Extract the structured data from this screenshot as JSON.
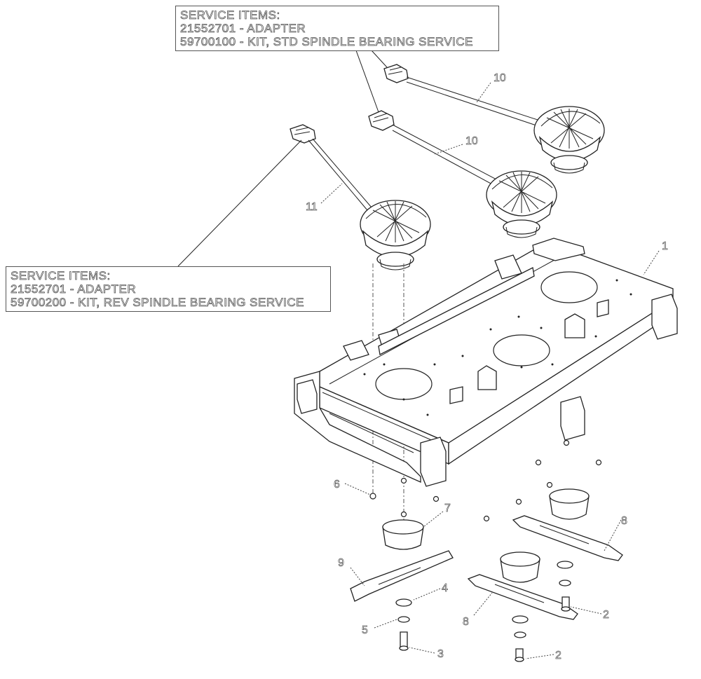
{
  "service_boxes": {
    "top": {
      "heading": "SERVICE ITEMS:",
      "line1": "21552701 - ADAPTER",
      "line2": "59700100 - KIT, STD SPINDLE BEARING SERVICE"
    },
    "left": {
      "heading": "SERVICE ITEMS:",
      "line1": "21552701 - ADAPTER",
      "line2": "59700200 - KIT, REV SPINDLE BEARING SERVICE"
    }
  },
  "callouts": {
    "c1": "1",
    "c2a": "2",
    "c2b": "2",
    "c3": "3",
    "c4": "4",
    "c5": "5",
    "c6": "6",
    "c7": "7",
    "c8a": "8",
    "c8b": "8",
    "c9": "9",
    "c10a": "10",
    "c10b": "10",
    "c11": "11"
  }
}
